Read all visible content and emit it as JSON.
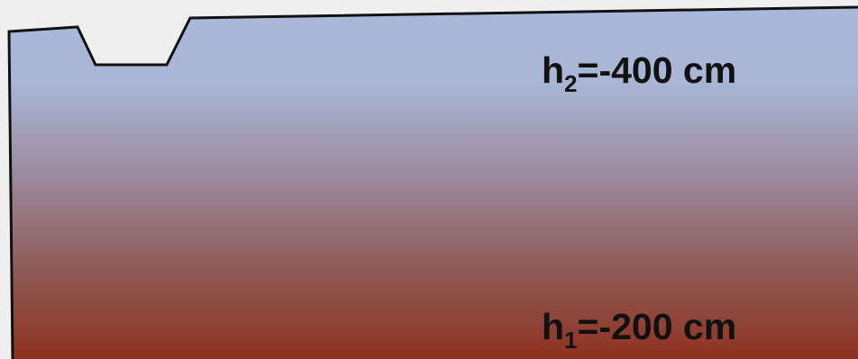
{
  "diagram": {
    "upper_label": {
      "variable": "h",
      "subscript": "2",
      "value_text": "=-400 cm"
    },
    "lower_label": {
      "variable": "h",
      "subscript": "1",
      "value_text": "=-200 cm"
    },
    "colors": {
      "top_fill": "#a9b8d9",
      "middle_fill": "#9b8a9e",
      "bottom_fill": "#8f3120",
      "outline": "#111111",
      "background": "#efefef"
    }
  }
}
